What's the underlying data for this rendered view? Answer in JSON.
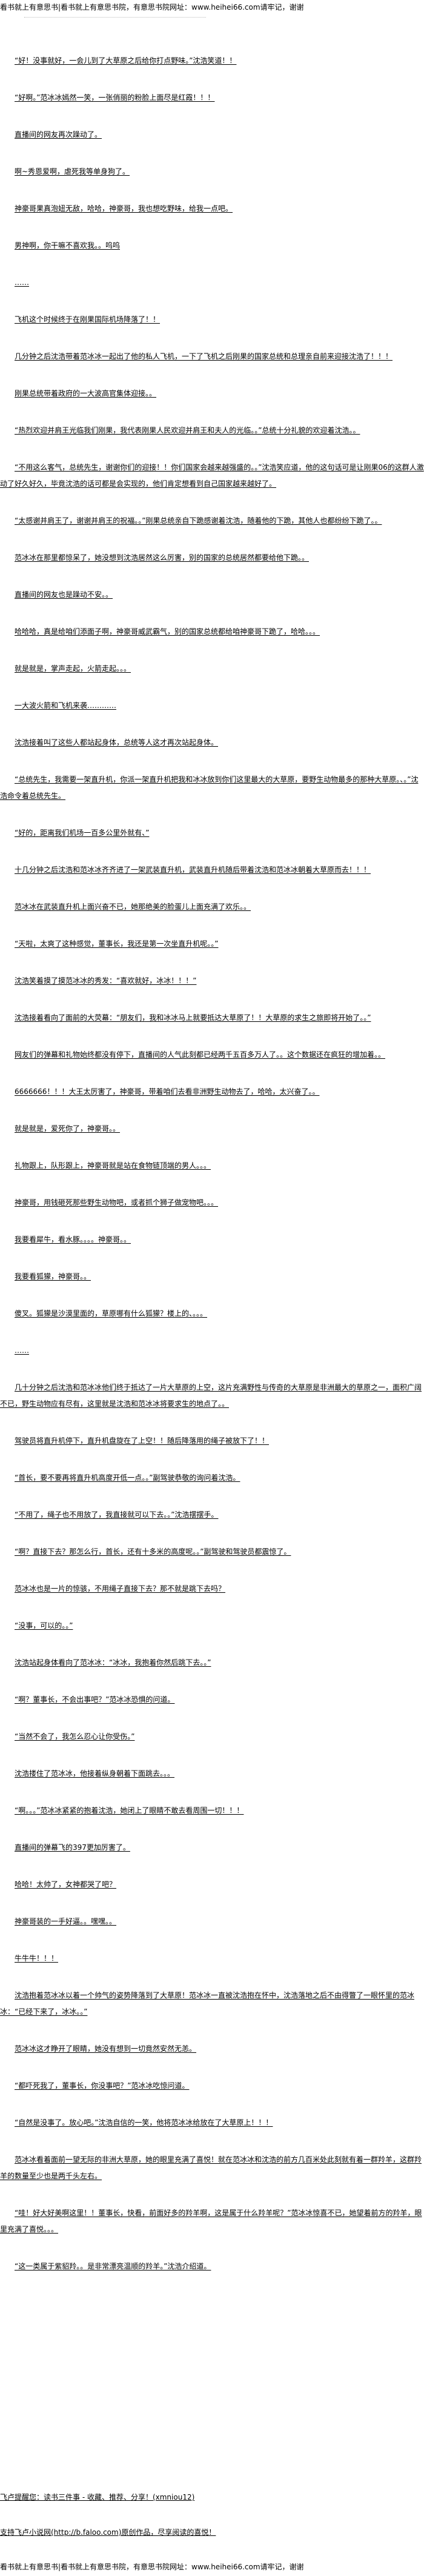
{
  "header": {
    "text": "看书就上有意思书|看书就上有意思书院，有意思书院网址：www.heihei66.com请牢记，谢谢"
  },
  "paragraphs": [
    "“好！没事就好，一会儿到了大草原之后给你打点野味。”沈浩笑道！！",
    "“好啊。”范冰冰嫣然一笑，一张俏丽的粉脸上面尽是红霞！！！",
    "直播间的网友再次躁动了。",
    "啊~秀恩爱啊，虐死我等单身狗了。",
    "神豪哥果真泡妞无敌，哈哈，神豪哥，我也想吃野味，给我一点吧。",
    "男神啊，你干嘛不喜欢我。。呜呜",
    "……",
    "飞机这个时候终于在刚果国际机场降落了！！",
    "几分钟之后沈浩带着范冰冰一起出了他的私人飞机，一下了飞机之后刚果的国家总统和总理亲自前来迎接沈浩了！！！",
    "刚果总统带着政府的一大波高官集体迎接。。",
    "“热烈欢迎并肩王光临我们刚果，我代表刚果人民欢迎并肩王和夫人的光临。。”总统十分礼貌的欢迎着沈浩。。",
    "“不用这么客气，总统先生，谢谢你们的迎接！！你们国家会越来越强盛的。。”沈浩笑应道，他的这句话可是让刚果06的这群人激动了好久好久，毕竟沈浩的话可都是会实现的，他们肯定想看到自己国家越来越好了。",
    "“太感谢并肩王了，谢谢并肩王的祝福。。”刚果总统亲自下跪感谢着沈浩，随着他的下跪，其他人也都纷纷下跪了。。",
    "范冰冰在那里都惊呆了，她没想到沈浩居然这么厉害，别的国家的总统居然都要给他下跪。。",
    "直播间的网友也是躁动不安。。",
    "哈哈哈，真是给咱们添面子啊，神豪哥威武霸气，别的国家总统都给咱神豪哥下跪了，哈哈。。。",
    "就是就是，掌声走起，火箭走起。。。",
    "一大波火箭和飞机来袭…………",
    "沈浩接着叫了这些人都站起身体，总统等人这才再次站起身体。",
    "“总统先生，我需要一架直升机，你派一架直升机把我和冰冰放到你们这里最大的大草原，要野生动物最多的那种大草原。、。”沈浩命令着总统先生。",
    "“好的，距离我们机场一百多公里外就有、”",
    "十几分钟之后沈浩和范冰冰齐齐进了一架武装直升机，武装直升机随后带着沈浩和范冰冰朝着大草原而去！！！",
    "范冰冰在武装直升机上面兴奋不已，她那绝美的脸蛋儿上面充满了欢乐。。",
    "“天啦，太爽了这种感觉，董事长，我还是第一次坐直升机呢。。”",
    "沈浩笑着摸了摸范冰冰的秀发：“喜欢就好，冰冰！！！”",
    "沈浩接着看向了面前的大荧幕：“朋友们，我和冰冰马上就要抵达大草原了！！大草原的求生之旅即将开始了。。”",
    "网友们的弹幕和礼物始终都没有停下，直播间的人气此刻都已经两千五百多万人了。。这个数据还在疯狂的增加着。。",
    "6666666！！！大王太厉害了，神豪哥，带着咱们去看非洲野生动物去了，哈哈，太兴奋了。。",
    "就是就是，爱死你了，神豪哥。。",
    "礼物跟上，队形跟上，神豪哥就是站在食物链顶端的男人。。。",
    "神豪哥，用钱砸死那些野生动物吧，或者抓个狮子做宠物吧。。。",
    "我要看犀牛，看水豚。。。。神豪哥。。",
    "我要看狐獴，神豪哥。。",
    "傻叉。狐獴是沙漠里面的，草原哪有什么狐獴？楼上的、。。。",
    "……",
    "几十分钟之后沈浩和范冰冰他们终于抵达了一片大草原的上空，这片充满野性与传奇的大草原是非洲最大的草原之一，面积广阔不已，野生动物应有尽有，这里就是沈浩和范冰冰将要求生的地点了。。",
    "驾驶员将直升机停下，直升机盘旋在了上空！！随后降落用的绳子被放下了！！",
    "“首长，要不要再将直升机高度开低一点。。”副驾驶恭敬的询问着沈浩。",
    "“不用了，绳子也不用放了，我直接就可以下去。。”沈浩摆摆手。",
    "“啊？直接下去？那怎么行，首长，还有十多米的高度呢。。”副驾驶和驾驶员都震惊了。",
    "范冰冰也是一片的惊骇，不用绳子直接下去？那不就是跳下去吗？",
    "“没事，可以的。。”",
    "沈浩站起身体看向了范冰冰：“冰冰，我抱着你然后跳下去。。”",
    "“啊？董事长，不会出事吧？”范冰冰恐惧的问道。",
    "“当然不会了，我怎么忍心让你受伤。”",
    "沈浩搂住了范冰冰，他接着纵身朝着下面跳去。。。",
    "“啊。。。”范冰冰紧紧的抱着沈浩，她闭上了眼睛不敢去看周围一切！！！",
    "直播间的弹幕飞的397更加厉害了。",
    "哈哈！太帅了，女神都哭了吧？",
    "神豪哥装的一手好逼。。嘿嘿。。",
    "牛牛牛！！！",
    "沈浩抱着范冰冰以着一个帅气的姿势降落到了大草原！范冰冰一直被沈浩抱在怀中，沈浩落地之后不由得瞥了一眼怀里的范冰冰：“已经下来了，冰冰。。”",
    "范冰冰这才睁开了眼睛，她没有想到一切竟然安然无恙。",
    "“都吓死我了，董事长，你没事吧？”范冰冰吃惊问道。",
    "“自然是没事了。放心吧。”沈浩自信的一笑，他将范冰冰给放在了大草原上！！！",
    "范冰冰看着面前一望无际的非洲大草原，她的眼里充满了喜悦！就在范冰冰和沈浩的前方几百米处此刻就有着一群羚羊，这群羚羊的数量至少也是两千头左右。",
    "“哇！好大好美啊这里！！董事长，快看，前面好多的羚羊啊，这是属于什么羚羊呢？”范冰冰惊喜不已，她望着前方的羚羊，眼里充满了喜悦。。。",
    "“这一类属于紫貂羚。。是非常漂亮温顺的羚羊。”沈浩介绍道。"
  ],
  "notes": {
    "reminder": "飞卢提醒您：读书三件事 - 收藏、推荐、分享！(xmniou12)",
    "support": "支持飞卢小说网(http://b.faloo.com)原创作品，尽享阅读的喜悦！"
  },
  "footer": {
    "text": "看书就上有意思书|看书就上有意思书院，有意思书院网址：www.heihei66.com请牢记，谢谢"
  }
}
